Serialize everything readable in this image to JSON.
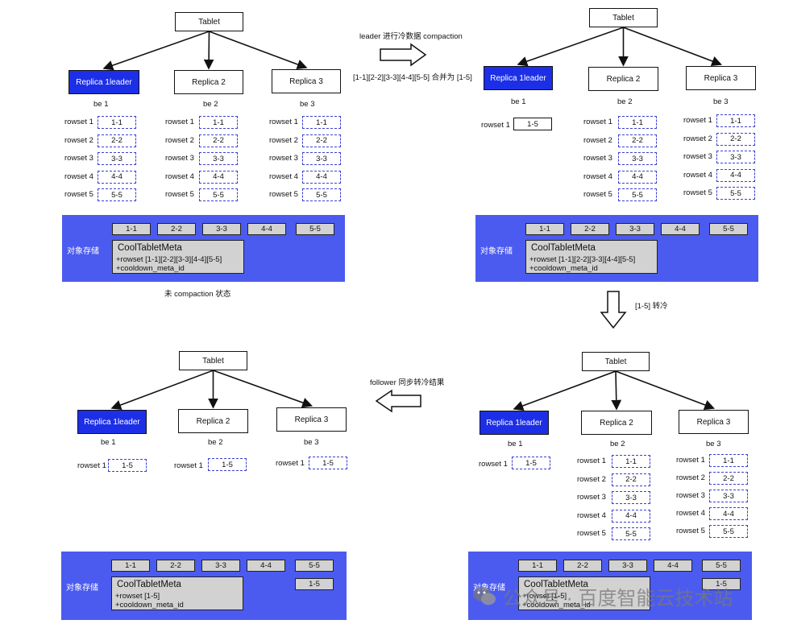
{
  "colors": {
    "leader_fill": "#1c2fe6",
    "storage_fill": "#4b5bf0",
    "dashed_border": "#3a3fd1",
    "segment_fill": "#d2d2d2"
  },
  "labels": {
    "tablet": "Tablet",
    "replica1": "Replica 1",
    "leader": "leader",
    "replica2": "Replica 2",
    "replica3": "Replica 3",
    "be1": "be 1",
    "be2": "be 2",
    "be3": "be 3",
    "storage": "对象存储",
    "meta_title": "CoolTabletMeta",
    "cooldown": "+cooldown_meta_id",
    "rowset_prefix": "rowset"
  },
  "rowsets": [
    "rowset 1",
    "rowset 2",
    "rowset 3",
    "rowset 4",
    "rowset 5"
  ],
  "rowset_versions": [
    "1-1",
    "2-2",
    "3-3",
    "4-4",
    "5-5"
  ],
  "merged_version": "1-5",
  "meta_lines": {
    "before": "+rowset [1-1][2-2][3-3][4-4][5-5]",
    "after": "+rowset [1-5]"
  },
  "steps": {
    "compaction_line1": "leader 进行冷数据 compaction",
    "compaction_line2": "[1-1][2-2][3-3][4-4][5-5] 合并为 [1-5]",
    "cooldown": "[1-5] 转冷",
    "follower_sync": "follower 同步转冷结果",
    "before_state": "未 compaction 状态"
  },
  "watermark": "公众号 · 百度智能云技术站"
}
